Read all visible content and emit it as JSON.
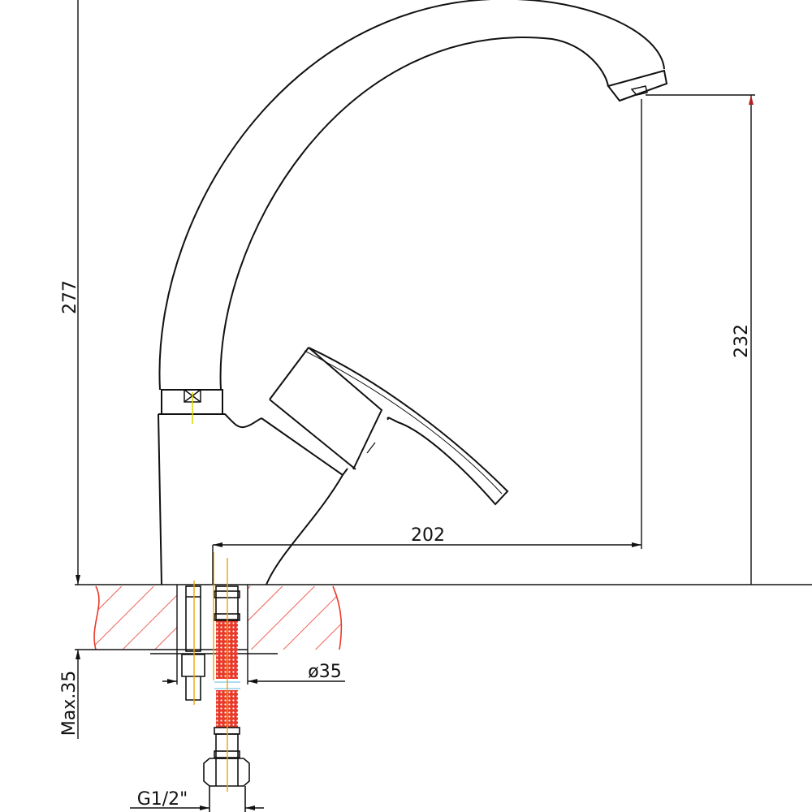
{
  "dimensions": {
    "total_height": "277",
    "spout_height": "232",
    "spout_reach": "202",
    "hole_diameter": "ø35",
    "max_counter_thickness": "Max.35",
    "connection_thread": "G1/2\""
  },
  "colors": {
    "line": "#111111",
    "hatch": "#e8392a",
    "axis": "#f0a500",
    "hose": "#e8392a"
  }
}
